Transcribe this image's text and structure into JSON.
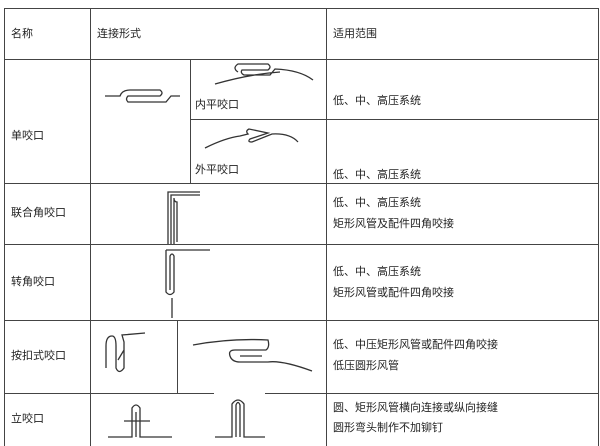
{
  "header": {
    "name": "名称",
    "form": "连接形式",
    "scope": "适用范围"
  },
  "rows": [
    {
      "name": "单咬口",
      "sub": [
        {
          "label": "内平咬口",
          "scope": "低、中、高压系统"
        },
        {
          "label": "外平咬口",
          "scope": "低、中、高压系统"
        }
      ]
    },
    {
      "name": "联合角咬口",
      "scope": [
        "低、中、高压系统",
        "矩形风管及配件四角咬接"
      ]
    },
    {
      "name": "转角咬口",
      "scope": [
        "低、中、高压系统",
        "矩形风管或配件四角咬接"
      ]
    },
    {
      "name": "按扣式咬口",
      "scope": [
        "低、中压矩形风管或配件四角咬接",
        "低压圆形风管"
      ]
    },
    {
      "name": "立咬口",
      "scope": [
        "圆、矩形风管横向连接或纵向接缝",
        "圆形弯头制作不加铆钉"
      ]
    }
  ]
}
